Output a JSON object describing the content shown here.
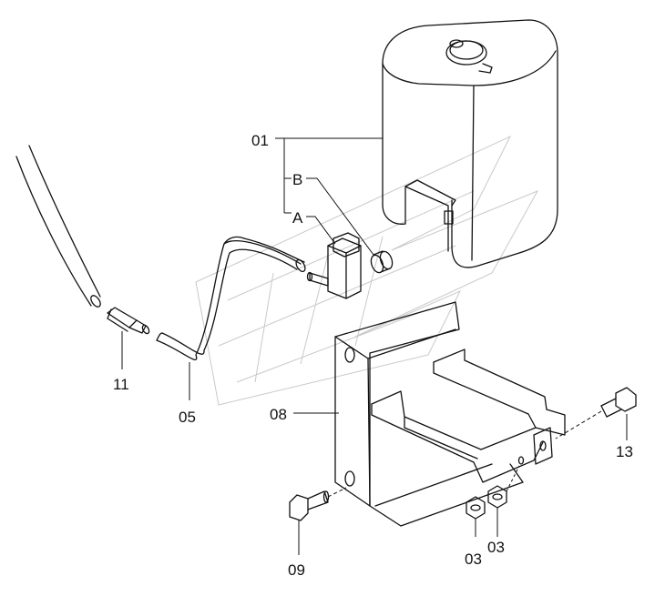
{
  "diagram": {
    "callouts": {
      "p01": "01",
      "pA": "A",
      "pB": "B",
      "p03a": "03",
      "p03b": "03",
      "p05": "05",
      "p08": "08",
      "p09": "09",
      "p11": "11",
      "p13": "13"
    }
  }
}
